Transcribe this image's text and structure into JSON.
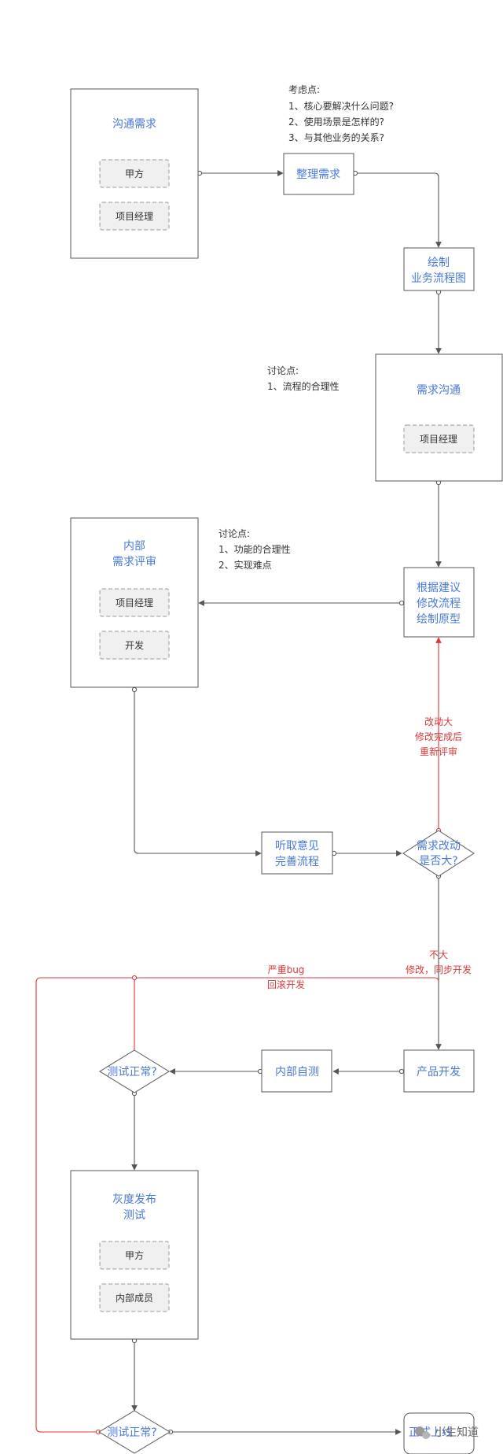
{
  "nodes": {
    "comm": {
      "title": "沟通需求",
      "items": [
        "甲方",
        "项目经理"
      ]
    },
    "organize": {
      "title": "整理需求"
    },
    "draw_flow": {
      "title": [
        "绘制",
        "业务流程图"
      ]
    },
    "req_comm": {
      "title": "需求沟通",
      "items": [
        "项目经理"
      ]
    },
    "internal_review": {
      "title": [
        "内部",
        "需求评审"
      ],
      "items": [
        "项目经理",
        "开发"
      ]
    },
    "modify": {
      "title": [
        "根据建议",
        "修改流程",
        "绘制原型"
      ]
    },
    "listen": {
      "title": [
        "听取意见",
        "完善流程"
      ]
    },
    "big_change": {
      "title": [
        "需求改动",
        "是否大?"
      ]
    },
    "dev": {
      "title": "产品开发"
    },
    "self_test": {
      "title": "内部自测"
    },
    "test_ok_1": {
      "title": "测试正常?"
    },
    "gray": {
      "title": [
        "灰度发布",
        "测试"
      ],
      "items": [
        "甲方",
        "内部成员"
      ]
    },
    "test_ok_2": {
      "title": "测试正常?"
    },
    "release": {
      "title": "正式上线"
    }
  },
  "notes": {
    "consider": [
      "考虑点:",
      "1、核心要解决什么问题?",
      "2、使用场景是怎样的?",
      "3、与其他业务的关系?"
    ],
    "discuss1": [
      "讨论点:",
      "1、流程的合理性"
    ],
    "discuss2": [
      "讨论点:",
      "1、功能的合理性",
      "2、实现难点"
    ]
  },
  "edge_labels": {
    "big": [
      "改动大",
      "修改完成后",
      "重新评审"
    ],
    "small": [
      "不大",
      "修改，同步开发"
    ],
    "bug": [
      "严重bug",
      "回滚开发"
    ]
  },
  "watermark": "小生知道",
  "colors": {
    "node_text": "#4a78d9",
    "red_path": "#d83a3a",
    "line": "#555555"
  }
}
